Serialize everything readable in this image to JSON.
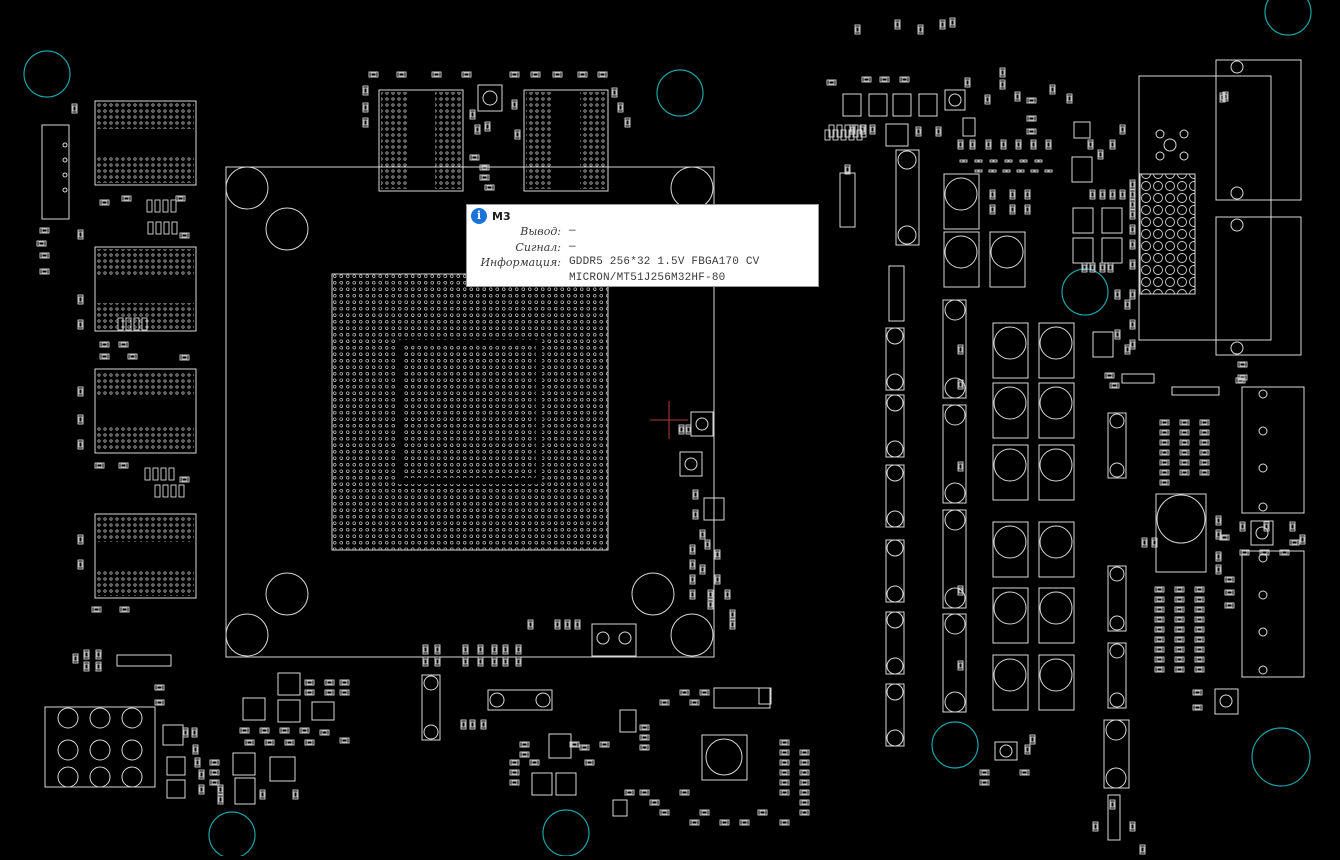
{
  "viewer": {
    "background": "#000000",
    "outline_color": "#d9d9d9",
    "via_color": "#1aa3a8",
    "cursor_color": "#b03a3a"
  },
  "tooltip": {
    "icon": "info-icon",
    "title": "M3",
    "rows": [
      {
        "label": "Вывод:",
        "value": "—"
      },
      {
        "label": "Сигнал:",
        "value": "—"
      },
      {
        "label": "Информация:",
        "value": "GDDR5 256*32 1.5V FBGA170 CV"
      },
      {
        "label": "",
        "value": "MICRON/MT51J256M32HF-80"
      }
    ]
  }
}
